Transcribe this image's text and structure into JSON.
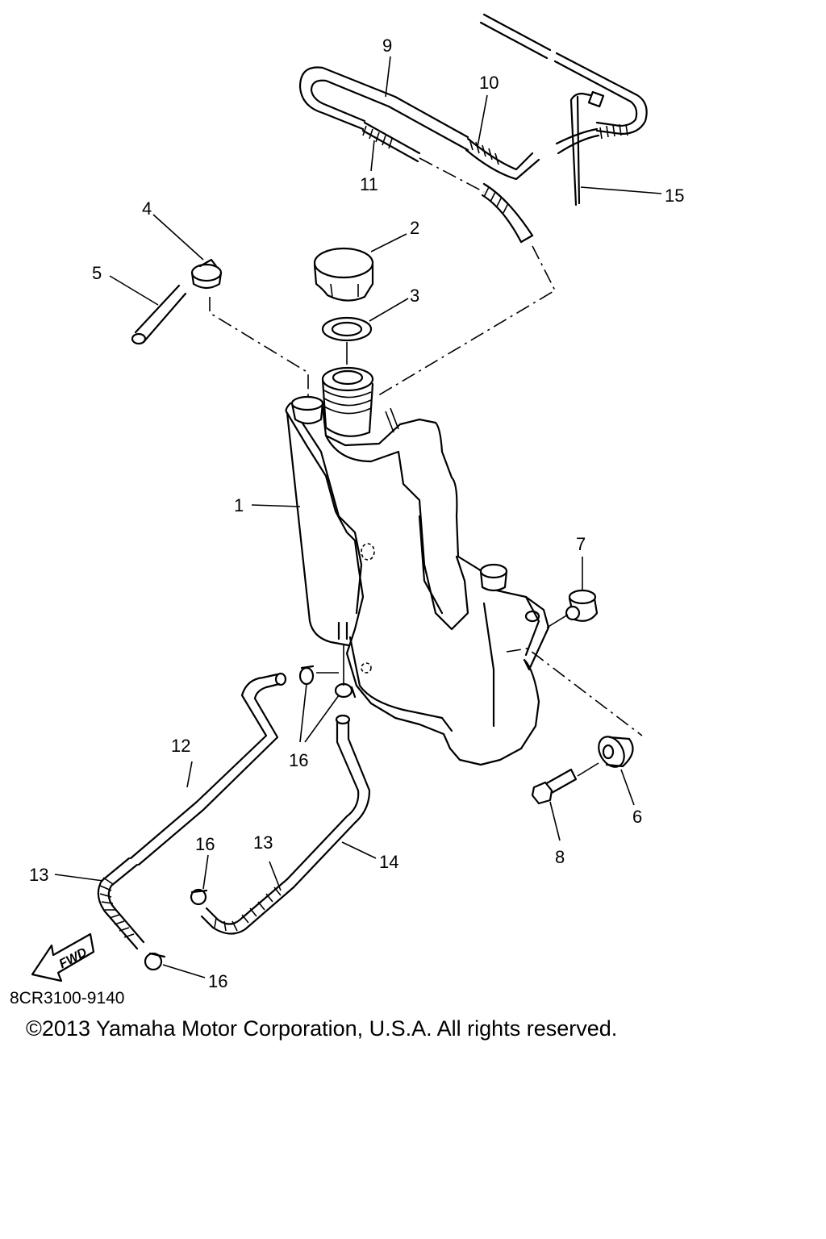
{
  "callouts": {
    "c1": "1",
    "c2": "2",
    "c3": "3",
    "c4": "4",
    "c5": "5",
    "c6": "6",
    "c7": "7",
    "c8": "8",
    "c9": "9",
    "c10": "10",
    "c11": "11",
    "c12": "12",
    "c13a": "13",
    "c13b": "13",
    "c14": "14",
    "c15": "15",
    "c16a": "16",
    "c16b": "16",
    "c16c": "16"
  },
  "fwd_label": "FWD",
  "diagram_code": "8CR3100-9140",
  "copyright": "©2013 Yamaha Motor Corporation, U.S.A. All rights reserved."
}
